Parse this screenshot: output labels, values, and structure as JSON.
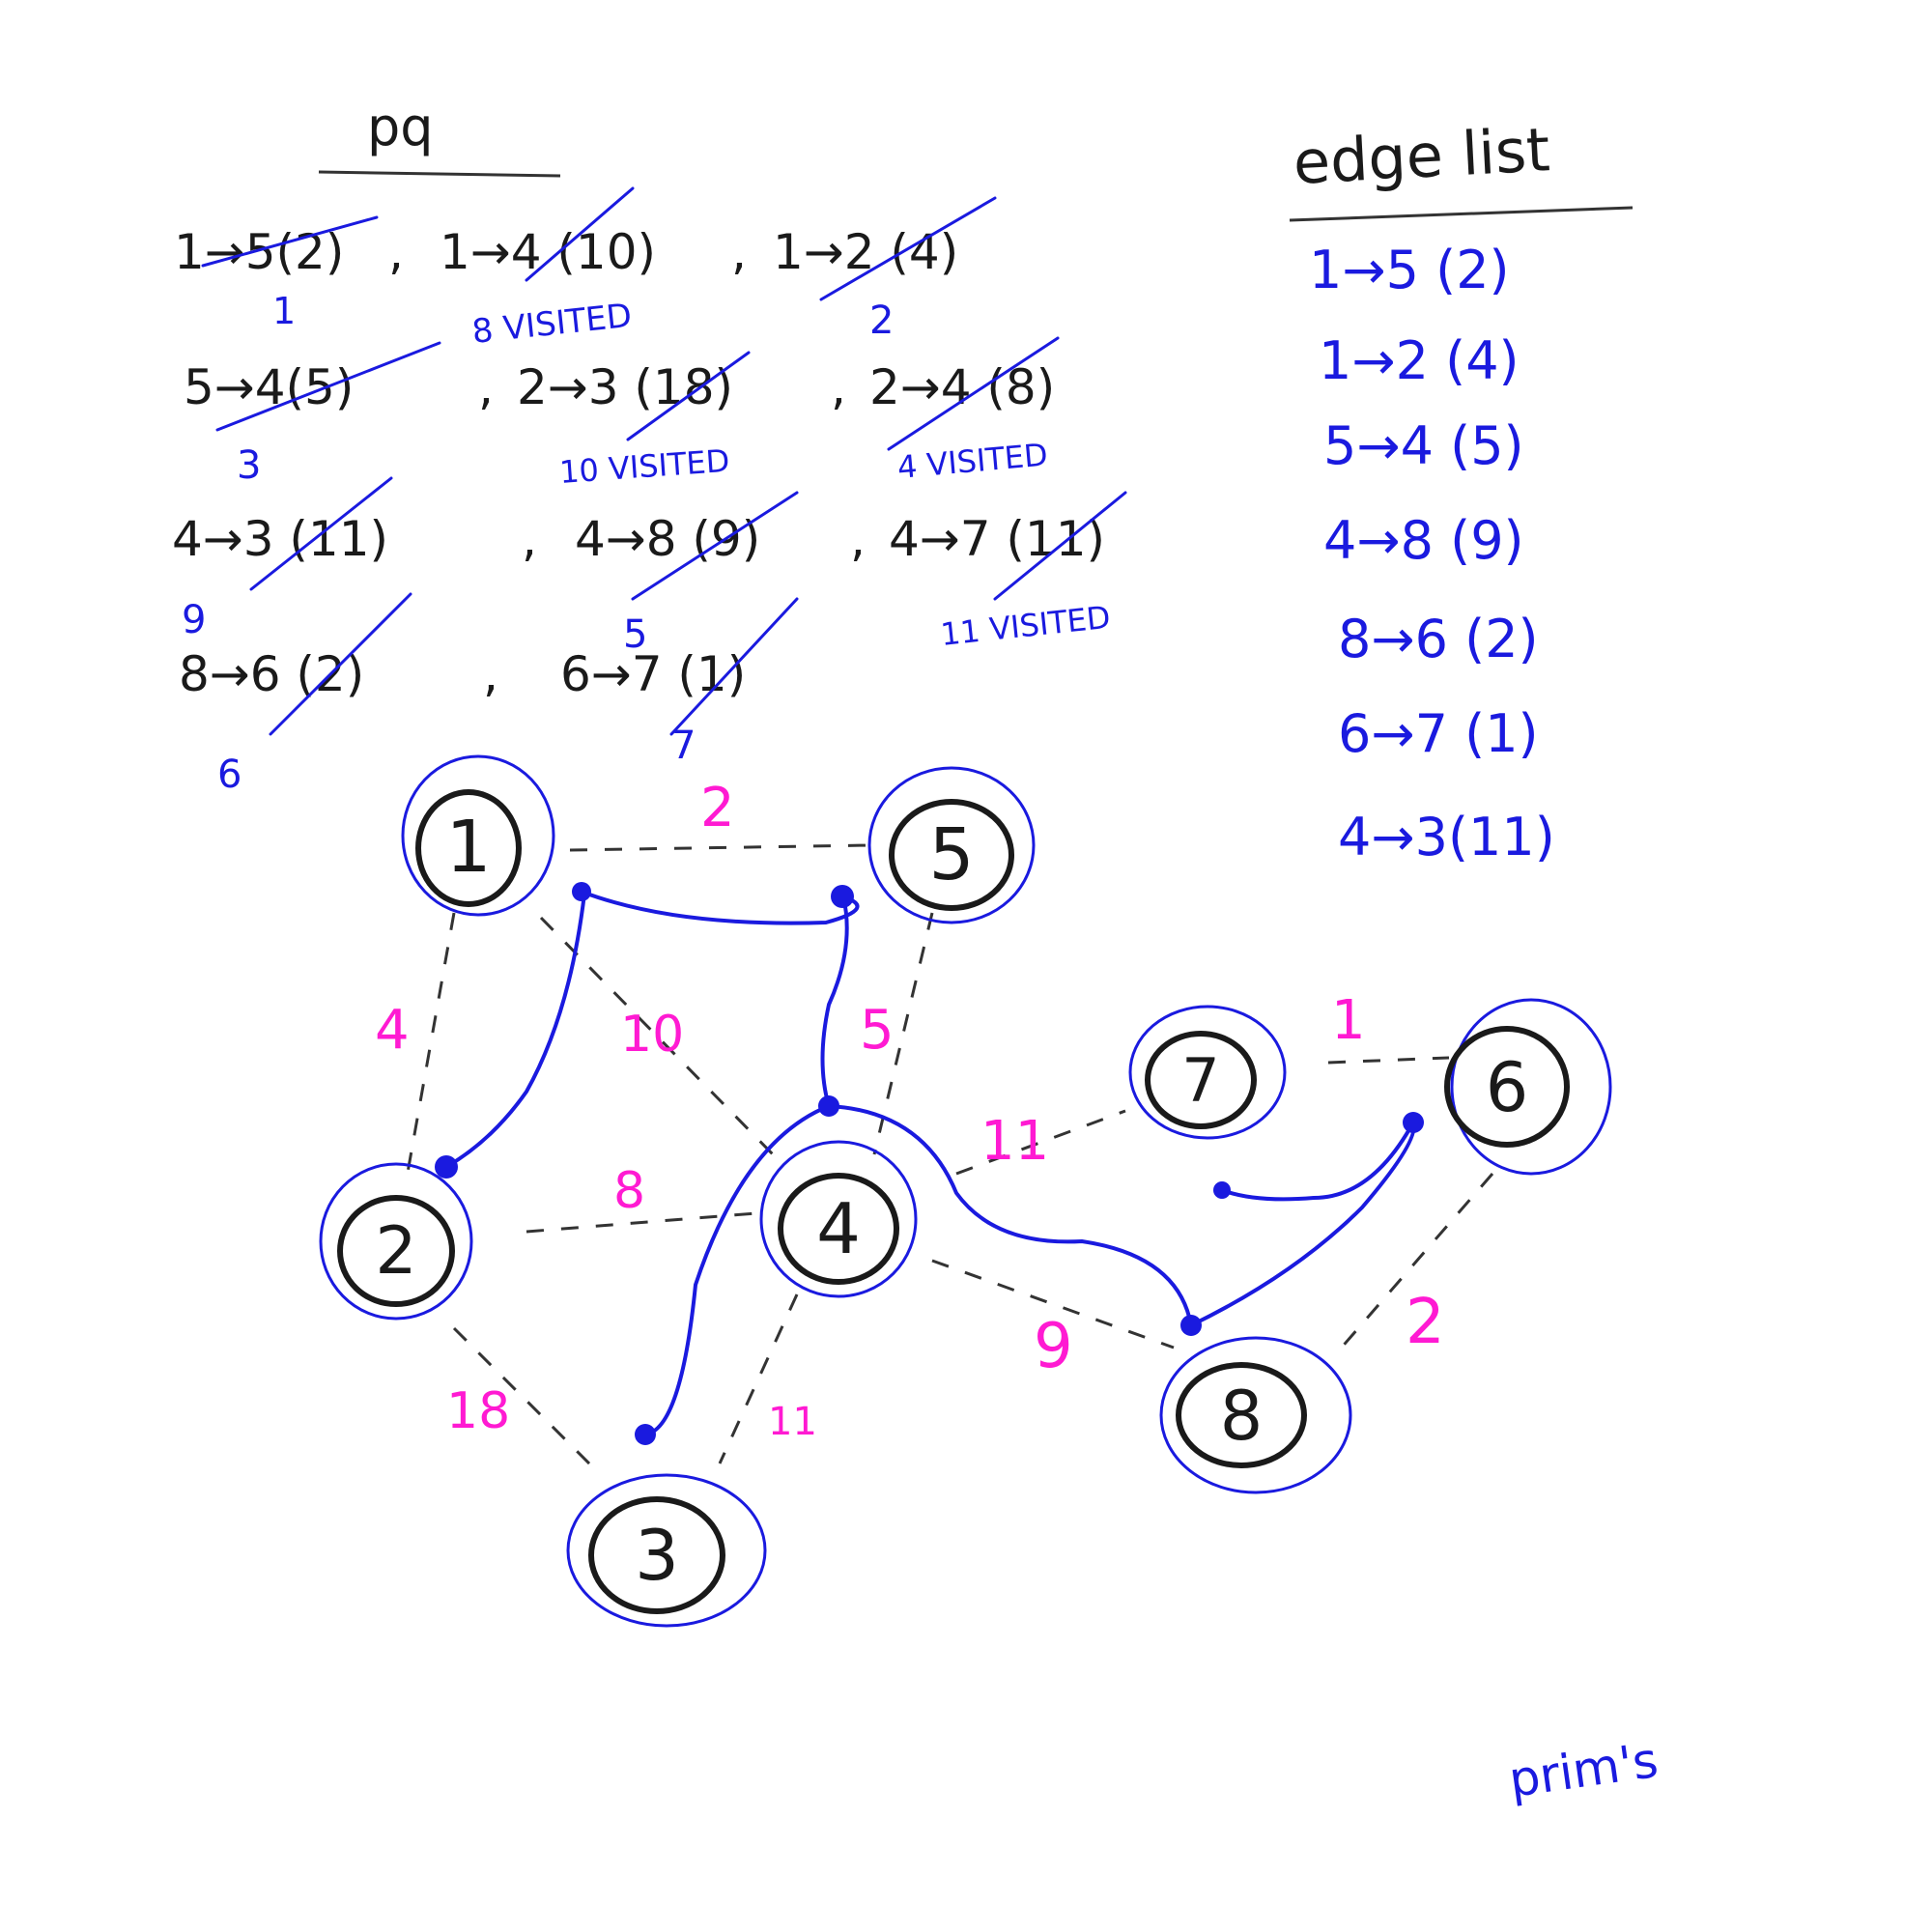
{
  "pq": {
    "title": "pq",
    "rows": [
      [
        {
          "text": "1→5(2)",
          "note": "1",
          "visited": ""
        },
        {
          "text": "1→4 (10)",
          "note": "",
          "visited": "8 VISITED"
        },
        {
          "text": "1→2 (4)",
          "note": "2",
          "visited": ""
        }
      ],
      [
        {
          "text": "5→4(5)",
          "note": "3",
          "visited": ""
        },
        {
          "text": "2→3 (18)",
          "note": "",
          "visited": "10 VISITED"
        },
        {
          "text": "2→4 (8)",
          "note": "",
          "visited": "4 VISITED"
        }
      ],
      [
        {
          "text": "4→3 (11)",
          "note": "9",
          "visited": ""
        },
        {
          "text": "4→8 (9)",
          "note": "5",
          "visited": ""
        },
        {
          "text": "4→7 (11)",
          "note": "",
          "visited": "11 VISITED"
        }
      ],
      [
        {
          "text": "8→6 (2)",
          "note": "6",
          "visited": ""
        },
        {
          "text": "6→7 (1)",
          "note": "7",
          "visited": ""
        }
      ]
    ]
  },
  "edge_list": {
    "title": "edge list",
    "items": [
      "1→5  (2)",
      "1→2  (4)",
      "5→4 (5)",
      "4→8 (9)",
      "8→6 (2)",
      "6→7 (1)",
      "4→3(11)"
    ]
  },
  "graph": {
    "nodes": [
      "1",
      "5",
      "2",
      "4",
      "7",
      "6",
      "3",
      "8"
    ],
    "edge_weights": [
      "2",
      "4",
      "10",
      "5",
      "8",
      "11",
      "1",
      "18",
      "11",
      "9",
      "2"
    ]
  },
  "footer": {
    "caption": "prim's"
  },
  "colors": {
    "ink": "#1a1a1a",
    "pen_blue": "#1a1adf",
    "weight_magenta": "#ff1ad2"
  }
}
